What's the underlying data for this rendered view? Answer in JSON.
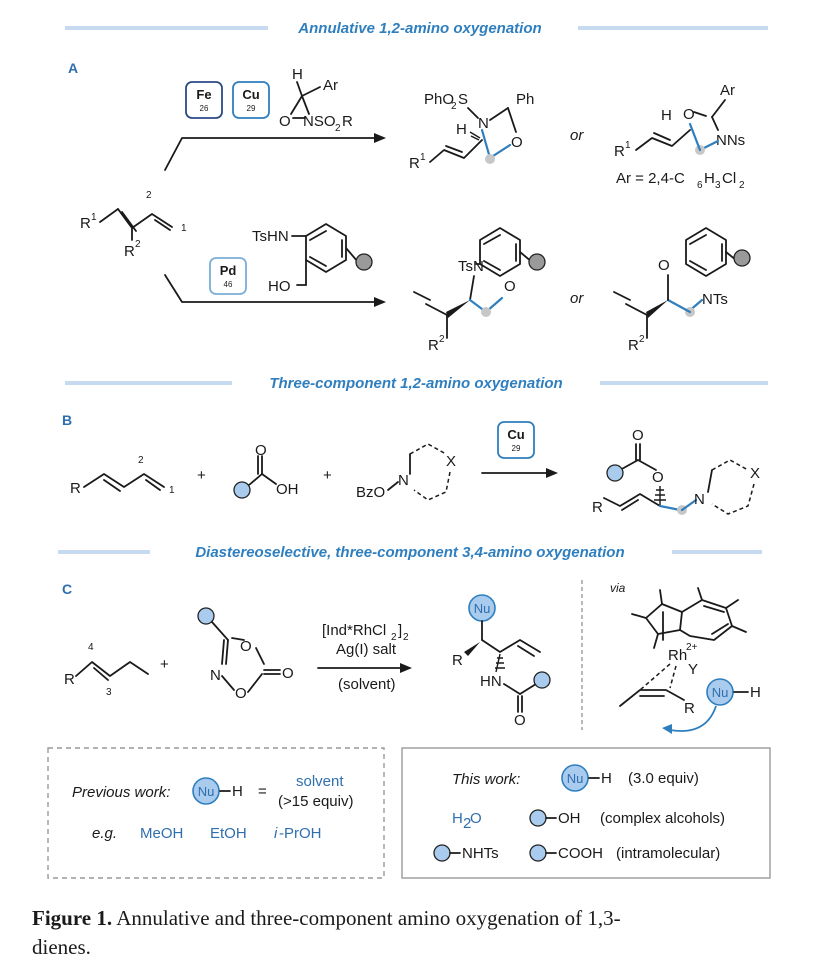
{
  "sections": {
    "a_title": "Annulative 1,2-amino oxygenation",
    "b_title": "Three-component 1,2-amino oxygenation",
    "c_title": "Diastereoselective, three-component 3,4-amino oxygenation"
  },
  "panel_labels": {
    "a": "A",
    "b": "B",
    "c": "C"
  },
  "metals": {
    "fe": {
      "symbol": "Fe",
      "number": "26"
    },
    "cu": {
      "symbol": "Cu",
      "number": "29"
    },
    "pd": {
      "symbol": "Pd",
      "number": "46"
    }
  },
  "panel_a": {
    "diene_r1": "R",
    "diene_r1_sup": "1",
    "diene_r2": "R",
    "diene_r2_sup": "2",
    "pos_1": "1",
    "pos_2": "2",
    "oxaziridine_h": "H",
    "oxaziridine_ar": "Ar",
    "oxaziridine_o": "O",
    "oxaziridine_n": "NSO",
    "oxaziridine_n_sub": "2",
    "oxaziridine_r": "R",
    "prod1_sulfonyl": "PhO",
    "prod1_sulfonyl_sub": "2",
    "prod1_sulfonyl_s": "S",
    "prod1_ph": "Ph",
    "prod1_h": "H",
    "prod1_n": "N",
    "prod1_o": "O",
    "prod1_r1": "R",
    "prod1_r1_sup": "1",
    "or": "or",
    "prod2_ar": "Ar",
    "prod2_h": "H",
    "prod2_o": "O",
    "prod2_n": "NNs",
    "prod2_r1": "R",
    "prod2_r1_sup": "1",
    "ar_def_prefix": "Ar = 2,4-C",
    "ar_def_sub1": "6",
    "ar_def_mid": "H",
    "ar_def_sub2": "3",
    "ar_def_end": "Cl",
    "ar_def_sub3": "2",
    "aminophenol_nh": "TsHN",
    "aminophenol_oh": "HO",
    "prod3_n": "TsN",
    "prod3_o": "O",
    "prod3_r2": "R",
    "prod3_r2_sup": "2",
    "prod4_o": "O",
    "prod4_n": "NTs",
    "prod4_r2": "R",
    "prod4_r2_sup": "2"
  },
  "panel_b": {
    "diene_r": "R",
    "pos_1": "1",
    "pos_2": "2",
    "plus": "+",
    "acid_o": "O",
    "acid_oh": "OH",
    "amine_bzo": "BzO",
    "amine_n": "N",
    "amine_x": "X",
    "prod_o1": "O",
    "prod_o2": "O",
    "prod_n": "N",
    "prod_x": "X",
    "prod_r": "R"
  },
  "panel_c": {
    "diene_r": "R",
    "pos_3": "3",
    "pos_4": "4",
    "plus": "+",
    "diox_o1": "O",
    "diox_o2": "O",
    "diox_o3": "O",
    "diox_n": "N",
    "cond_cat": "[Ind*RhCl",
    "cond_cat_sub": "2",
    "cond_cat_end": "]",
    "cond_cat_sub2": "2",
    "cond_ag": "Ag(I) salt",
    "cond_solvent": "(solvent)",
    "prod_nu": "Nu",
    "prod_r": "R",
    "prod_hn": "HN",
    "prod_o": "O",
    "via": "via",
    "rh": "Rh",
    "rh_charge": "2+",
    "rh_y": "Y",
    "rh_r": "R",
    "rh_nu": "Nu",
    "rh_h": "H"
  },
  "prev_box": {
    "label": "Previous work:",
    "nu": "Nu",
    "nu_h": "H",
    "equals": "=",
    "solvent": "solvent",
    "equiv": "(>15 equiv)",
    "eg": "e.g.",
    "ex1": "MeOH",
    "ex2": "EtOH",
    "ex3_i": "i",
    "ex3": "-PrOH"
  },
  "this_box": {
    "label": "This work:",
    "nu": "Nu",
    "nu_h": "H",
    "equiv": "(3.0 equiv)",
    "h2o": "H",
    "h2o_sub": "2",
    "h2o_end": "O",
    "oh": "OH",
    "oh_note": "(complex alcohols)",
    "nhts": "NHTs",
    "cooh": "COOH",
    "cooh_note": "(intramolecular)"
  },
  "caption": {
    "label": "Figure 1.",
    "text_line1": " Annulative and three-component amino oxygenation of 1,3-",
    "text_line2": "dienes."
  }
}
